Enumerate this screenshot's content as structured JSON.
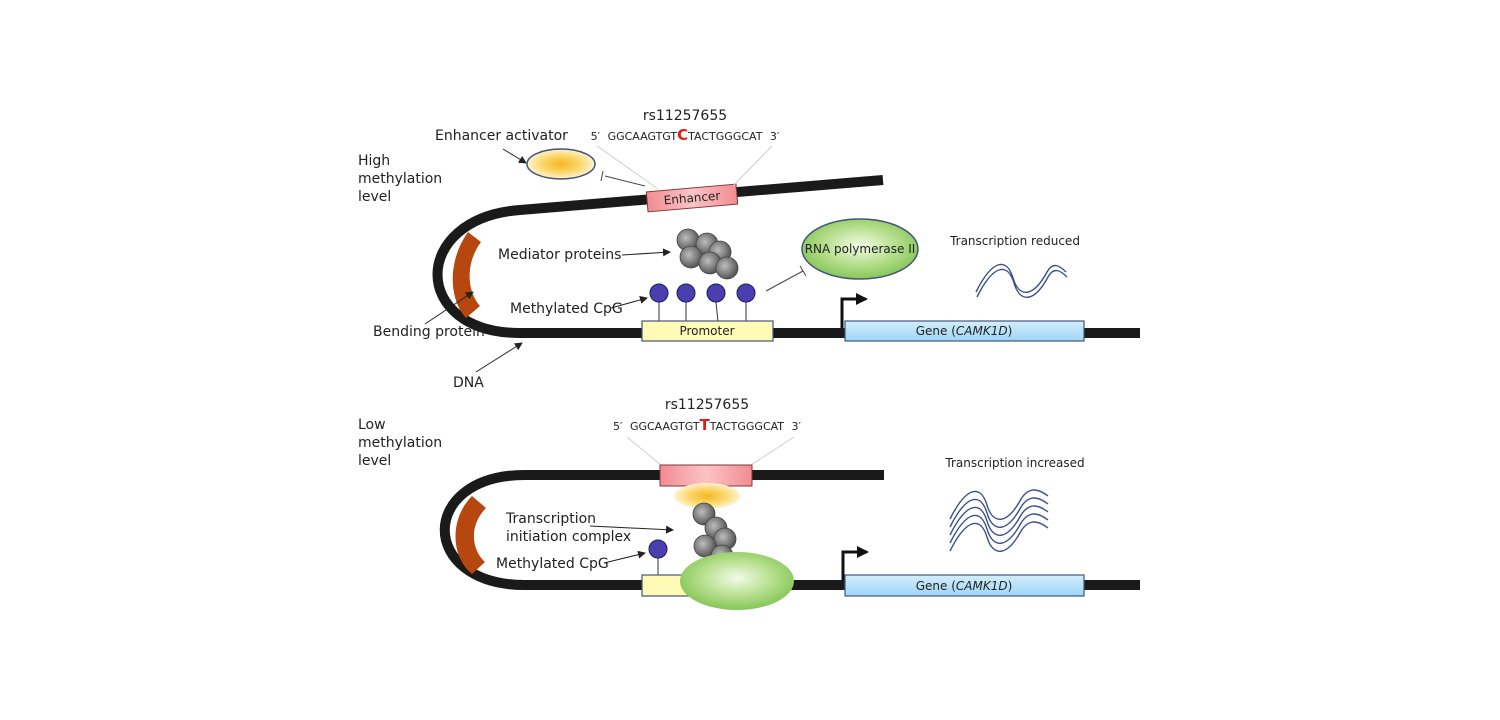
{
  "panels": {
    "high": {
      "state_label": [
        "High",
        "methylation",
        "level"
      ],
      "snp_id": "rs11257655",
      "seq_5": "5′",
      "seq_left": "GGCAAGTGT",
      "seq_allele": "C",
      "seq_right": "TACTGGGCAT",
      "seq_3": "3′",
      "enhancer_label": "Enhancer",
      "enhancer_activator_label": "Enhancer activator",
      "mediator_label": "Mediator proteins",
      "methylated_cpg_label": "Methylated CpG",
      "rna_pol_label": "RNA polymerase II",
      "promoter_label": "Promoter",
      "gene_prefix": "Gene (",
      "gene_name": "CAMK1D",
      "gene_suffix": ")",
      "transcription_label": "Transcription reduced",
      "bending_label": "Bending protein",
      "dna_label": "DNA"
    },
    "low": {
      "state_label": [
        "Low",
        "methylation",
        "level"
      ],
      "snp_id": "rs11257655",
      "seq_5": "5′",
      "seq_left": "GGCAAGTGT",
      "seq_allele": "T",
      "seq_right": "TACTGGGCAT",
      "seq_3": "3′",
      "complex_label": [
        "Transcription",
        "initiation complex"
      ],
      "methylated_cpg_label": "Methylated CpG",
      "gene_prefix": "Gene (",
      "gene_name": "CAMK1D",
      "gene_suffix": ")",
      "transcription_label": "Transcription increased"
    }
  },
  "colors": {
    "dna": "#1a1a1a",
    "bending_protein": "#b5470f",
    "enhancer": "#f4a0a4",
    "promoter": "#fdfbb6",
    "gene": "#a9dcf7",
    "cpg": "#4b3fb0",
    "rna_pol": "#9ad36a",
    "activator": "#f5b820",
    "mediator": "#6e6e6e",
    "snp_allele": "#e41b17",
    "transcript": "#3b4f8c"
  }
}
